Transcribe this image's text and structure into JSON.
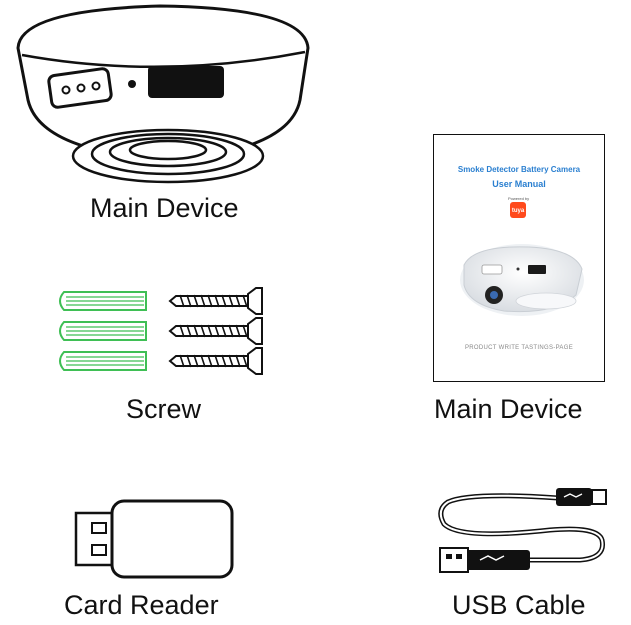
{
  "items": {
    "main_device": {
      "label": "Main Device",
      "icon": "smoke-detector-camera-illustration"
    },
    "manual": {
      "label": "Main Device",
      "icon": "user-manual-booklet",
      "title_line1": "Smoke Detector Battery Camera",
      "title_line2": "User Manual",
      "powered_by": "Powered by",
      "brand": "tuya",
      "footer": "PRODUCT WRITE TASTINGS-PAGE"
    },
    "screw": {
      "label": "Screw",
      "icon": "screws-and-anchors-illustration"
    },
    "card_reader": {
      "label": "Card Reader",
      "icon": "card-reader-illustration"
    },
    "usb_cable": {
      "label": "USB Cable",
      "icon": "usb-cable-illustration"
    }
  },
  "colors": {
    "anchor_green": "#3fbf55",
    "manual_title_blue": "#2a7fd0",
    "tuya_orange": "#ff4a1c"
  }
}
